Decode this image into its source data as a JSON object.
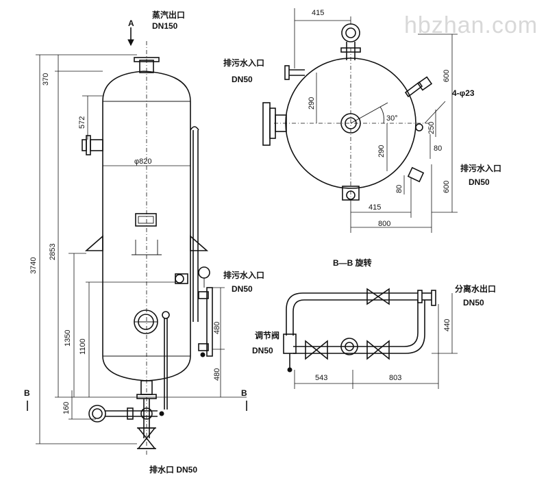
{
  "labels": {
    "section_a": "A",
    "steam_outlet": "蒸汽出口",
    "steam_outlet_dn": "DN150",
    "blowdown_inlet_top": "排污水入口",
    "blowdown_inlet_top_dn": "DN50",
    "blowdown_inlet_mid": "排污水入口",
    "blowdown_inlet_mid_dn": "DN50",
    "blowdown_inlet_right": "排污水入口",
    "blowdown_inlet_right_dn": "DN50",
    "hole_spec": "4-φ23",
    "angle": "30°",
    "section_bb_title": "B—B 旋转",
    "separated_water_outlet": "分离水出口",
    "separated_water_outlet_dn": "DN50",
    "regulating_valve": "调节阀",
    "regulating_valve_dn": "DN50",
    "drain_outlet": "排水口 DN50",
    "section_b_left": "B",
    "section_b_right": "B",
    "diameter": "φ820",
    "watermark": "hbzhan.com"
  },
  "dimensions": {
    "d370": "370",
    "d572": "572",
    "d3740": "3740",
    "d2853": "2853",
    "d1350": "1350",
    "d1100": "1100",
    "d160": "160",
    "d480a": "480",
    "d480b": "480",
    "top415": "415",
    "v290a": "290",
    "v290b": "290",
    "v600a": "600",
    "v600b": "600",
    "v250": "250",
    "v80a": "80",
    "v80b": "80",
    "b415": "415",
    "b800": "800",
    "d543": "543",
    "d803": "803",
    "d440": "440"
  },
  "colors": {
    "line": "#111111",
    "background": "#ffffff",
    "watermark": "#d8d8d8"
  }
}
